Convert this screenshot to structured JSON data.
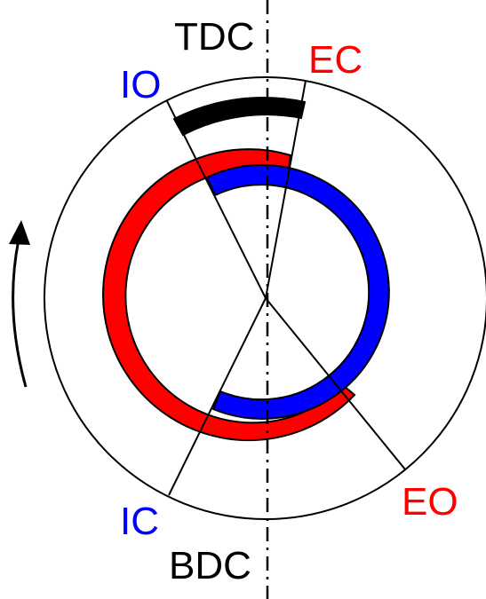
{
  "labels": {
    "tdc": "TDC",
    "bdc": "BDC",
    "ec": "EC",
    "io": "IO",
    "ic": "IC",
    "eo": "EO"
  },
  "colors": {
    "exhaust": "#ff0000",
    "intake": "#0000ff",
    "overlap": "#000000",
    "line": "#000000"
  },
  "icons": {
    "rotation_arrow": "curved-arrow-up-icon"
  }
}
